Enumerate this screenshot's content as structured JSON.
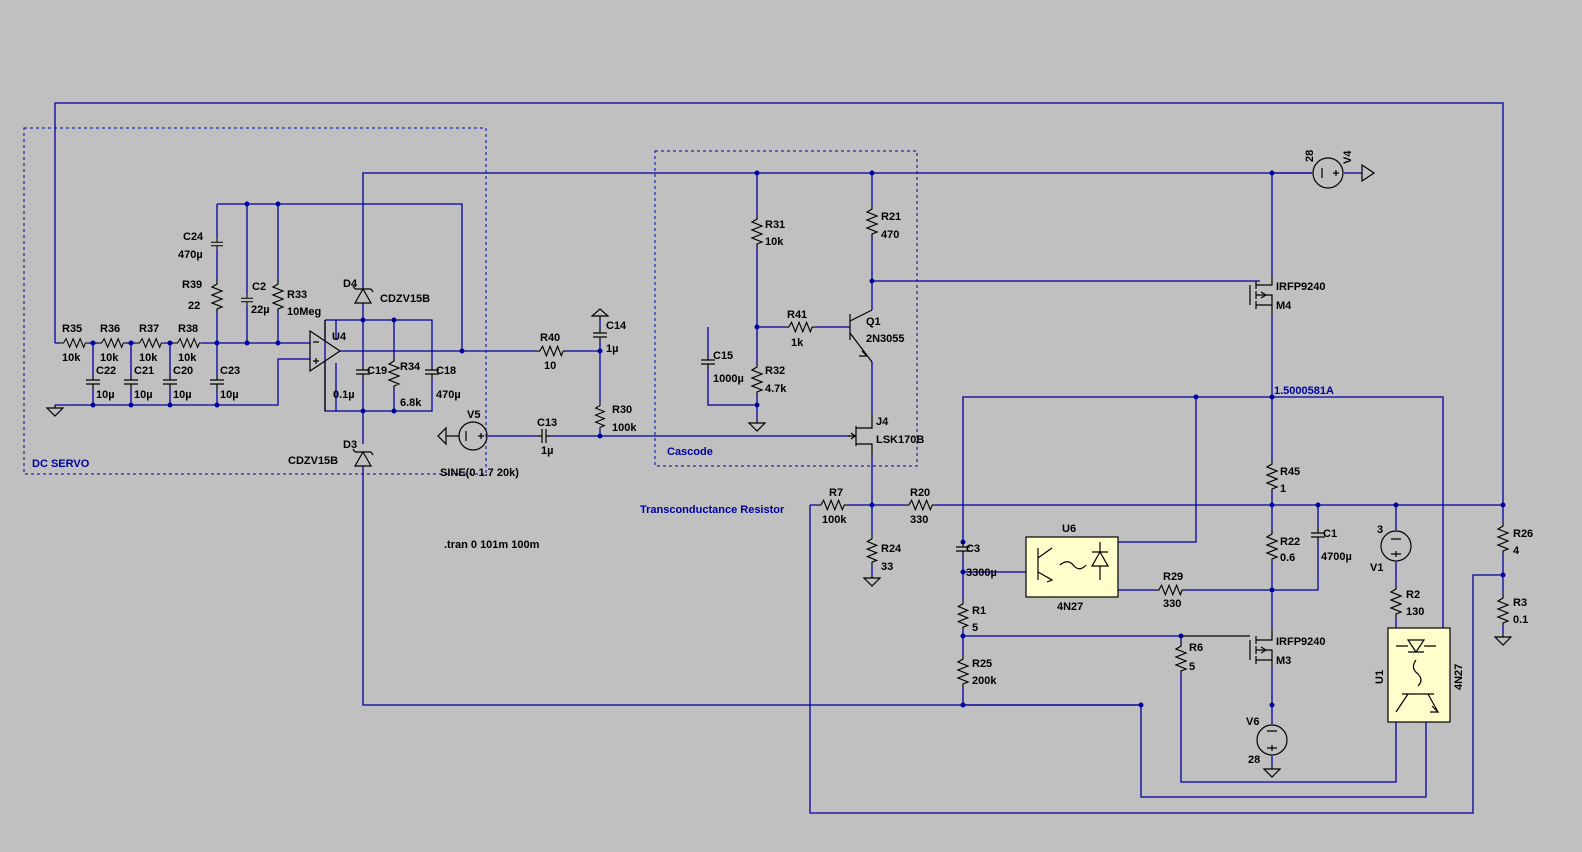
{
  "colors": {
    "background": "#c0c0c0",
    "wire": "#0000a0",
    "component": "#000000",
    "opto_fill": "#ffffcc"
  },
  "labels": {
    "dc_servo": "DC SERVO",
    "cascode": "Cascode",
    "transconductance": "Transconductance Resistor",
    "tran": ".tran 0 101m 100m",
    "sine": "SINE(0 1.7 20k)",
    "current": "1.5000581A"
  },
  "components": {
    "R35": {
      "name": "R35",
      "value": "10k"
    },
    "R36": {
      "name": "R36",
      "value": "10k"
    },
    "R37": {
      "name": "R37",
      "value": "10k"
    },
    "R38": {
      "name": "R38",
      "value": "10k"
    },
    "C22": {
      "name": "C22",
      "value": "10µ"
    },
    "C21": {
      "name": "C21",
      "value": "10µ"
    },
    "C20": {
      "name": "C20",
      "value": "10µ"
    },
    "C23": {
      "name": "C23",
      "value": "10µ"
    },
    "C24": {
      "name": "C24",
      "value": "470µ"
    },
    "R39": {
      "name": "R39",
      "value": "22"
    },
    "C2": {
      "name": "C2",
      "value": "22µ"
    },
    "R33": {
      "name": "R33",
      "value": "10Meg"
    },
    "U4": {
      "name": "U4"
    },
    "D4": {
      "name": "D4",
      "value": "CDZV15B"
    },
    "D3": {
      "name": "D3",
      "value": "CDZV15B"
    },
    "C19": {
      "name": "C19",
      "value": "0.1µ"
    },
    "R34": {
      "name": "R34",
      "value": "6.8k"
    },
    "C18": {
      "name": "C18",
      "value": "470µ"
    },
    "R40": {
      "name": "R40",
      "value": "10"
    },
    "C14": {
      "name": "C14",
      "value": "1µ"
    },
    "R30": {
      "name": "R30",
      "value": "100k"
    },
    "C13": {
      "name": "C13",
      "value": "1µ"
    },
    "V5": {
      "name": "V5"
    },
    "R31": {
      "name": "R31",
      "value": "10k"
    },
    "R21": {
      "name": "R21",
      "value": "470"
    },
    "R41": {
      "name": "R41",
      "value": "1k"
    },
    "Q1": {
      "name": "Q1",
      "value": "2N3055"
    },
    "C15": {
      "name": "C15",
      "value": "1000µ"
    },
    "R32": {
      "name": "R32",
      "value": "4.7k"
    },
    "J4": {
      "name": "J4",
      "value": "LSK170B"
    },
    "R7": {
      "name": "R7",
      "value": "100k"
    },
    "R20": {
      "name": "R20",
      "value": "330"
    },
    "R24": {
      "name": "R24",
      "value": "33"
    },
    "V4": {
      "name": "V4",
      "value": "28"
    },
    "M4": {
      "name": "M4",
      "value": "IRFP9240"
    },
    "R45": {
      "name": "R45",
      "value": "1"
    },
    "R22": {
      "name": "R22",
      "value": "0.6"
    },
    "C1": {
      "name": "C1",
      "value": "4700µ"
    },
    "C3": {
      "name": "C3",
      "value": "3300µ"
    },
    "U6": {
      "name": "U6",
      "value": "4N27"
    },
    "R29": {
      "name": "R29",
      "value": "330"
    },
    "R1": {
      "name": "R1",
      "value": "5"
    },
    "R25": {
      "name": "R25",
      "value": "200k"
    },
    "R6": {
      "name": "R6",
      "value": "5"
    },
    "M3": {
      "name": "M3",
      "value": "IRFP9240"
    },
    "V6": {
      "name": "V6",
      "value": "28"
    },
    "R26": {
      "name": "R26",
      "value": "4"
    },
    "R3": {
      "name": "R3",
      "value": "0.1"
    },
    "V1": {
      "name": "V1",
      "value": "3"
    },
    "R2": {
      "name": "R2",
      "value": "130"
    },
    "U1": {
      "name": "U1",
      "value": "4N27"
    }
  }
}
